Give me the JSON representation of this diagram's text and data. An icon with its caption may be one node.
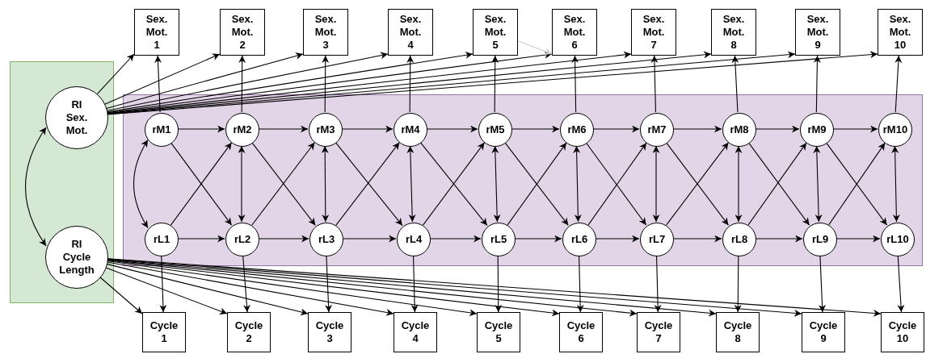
{
  "diagram": {
    "nodes": [
      {
        "text": [
          "Sex. Mot. 1"
        ]
      },
      {
        "text": [
          "Sex. Mot. 2"
        ]
      },
      {
        "text": [
          "Sex. Mot. 3"
        ]
      },
      {
        "text": [
          "Sex. Mot. 4"
        ]
      },
      {
        "text": [
          "Sex. Mot. 5"
        ]
      },
      {
        "text": [
          "Sex. Mot. 6"
        ]
      },
      {
        "text": [
          "Sex. Mot. 7"
        ]
      },
      {
        "text": [
          "Sex. Mot. 8"
        ]
      },
      {
        "text": [
          "Sex. Mot. 9"
        ]
      },
      {
        "text": [
          "Sex. Mot. 10"
        ]
      },
      {
        "text": [],
        "shape": "box"
      },
      {
        "text": [
          "RI Sex. Mot."
        ],
        "in": 10
      },
      {
        "text": [
          "RI Cycle Length"
        ],
        "in": 10
      },
      {
        "text": [],
        "shape": "box"
      },
      {
        "text": [
          "rM1"
        ],
        "in": 13
      },
      {
        "text": [
          "rM2"
        ],
        "in": 13
      },
      {
        "text": [
          "rM3"
        ],
        "in": 13
      },
      {
        "text": [
          "rM4"
        ],
        "in": 13
      },
      {
        "text": [
          "rM5"
        ],
        "in": 13
      },
      {
        "text": [
          "rM6"
        ],
        "in": 13
      },
      {
        "text": [
          "rM7"
        ],
        "in": 13
      },
      {
        "text": [
          "rM8"
        ],
        "in": 13
      },
      {
        "text": [
          "rM9"
        ],
        "in": 13
      },
      {
        "text": [
          "rM10"
        ],
        "in": 13
      },
      {
        "text": [
          "rL1"
        ],
        "in": 13
      },
      {
        "text": [
          "rL2"
        ],
        "in": 13
      },
      {
        "text": [
          "rL3"
        ],
        "in": 13
      },
      {
        "text": [
          "rL4"
        ],
        "in": 13
      },
      {
        "text": [
          "rL5"
        ],
        "in": 13
      },
      {
        "text": [
          "rL6"
        ],
        "in": 13
      },
      {
        "text": [
          "rL7"
        ],
        "in": 13
      },
      {
        "text": [
          "rL8"
        ],
        "in": 13
      },
      {
        "text": [
          "rL9"
        ],
        "in": 13
      },
      {
        "text": [
          "rL10"
        ],
        "in": 13
      },
      {
        "text": [
          "Cycle 1"
        ]
      },
      {
        "text": [
          "Cycle 2"
        ]
      },
      {
        "text": [
          "Cycle 3"
        ]
      },
      {
        "text": [
          "Cycle 4"
        ]
      },
      {
        "text": [
          "Cycle 5"
        ]
      },
      {
        "text": [
          "Cycle 6"
        ]
      },
      {
        "text": [
          "Cycle 7"
        ]
      },
      {
        "text": [
          "Cycle 8"
        ]
      },
      {
        "text": [
          "Cycle 9"
        ]
      },
      {
        "text": [
          "Cycle 10"
        ]
      }
    ],
    "edges": [
      {
        "from": 11,
        "to": 0,
        "arrow": "to"
      },
      {
        "from": 11,
        "to": 1,
        "arrow": "to"
      },
      {
        "from": 11,
        "to": 2,
        "arrow": "to"
      },
      {
        "from": 11,
        "to": 3,
        "arrow": "to"
      },
      {
        "from": 11,
        "to": 4,
        "arrow": "to"
      },
      {
        "from": 11,
        "to": 5,
        "arrow": "to"
      },
      {
        "from": 11,
        "to": 6,
        "arrow": "to"
      },
      {
        "from": 11,
        "to": 7,
        "arrow": "to"
      },
      {
        "from": 11,
        "to": 8,
        "arrow": "to"
      },
      {
        "from": 11,
        "to": 9,
        "arrow": "to"
      },
      {
        "from": 4,
        "to": 5,
        "arrow": "to",
        "color": "#cccccc"
      },
      {
        "from": 12,
        "to": 34,
        "arrow": "to"
      },
      {
        "from": 12,
        "to": 35,
        "arrow": "to"
      },
      {
        "from": 12,
        "to": 36,
        "arrow": "to"
      },
      {
        "from": 12,
        "to": 37,
        "arrow": "to"
      },
      {
        "from": 12,
        "to": 38,
        "arrow": "to"
      },
      {
        "from": 12,
        "to": 39,
        "arrow": "to"
      },
      {
        "from": 12,
        "to": 40,
        "arrow": "to"
      },
      {
        "from": 12,
        "to": 41,
        "arrow": "to"
      },
      {
        "from": 12,
        "to": 42,
        "arrow": "to"
      },
      {
        "from": 12,
        "to": 43,
        "arrow": "to"
      },
      {
        "from": 11,
        "to": 12,
        "arrow": "both"
      },
      {
        "from": 14,
        "to": 0,
        "arrow": "to"
      },
      {
        "from": 15,
        "to": 1,
        "arrow": "to"
      },
      {
        "from": 16,
        "to": 2,
        "arrow": "to"
      },
      {
        "from": 17,
        "to": 3,
        "arrow": "to"
      },
      {
        "from": 18,
        "to": 4,
        "arrow": "to"
      },
      {
        "from": 19,
        "to": 5,
        "arrow": "to"
      },
      {
        "from": 20,
        "to": 6,
        "arrow": "to"
      },
      {
        "from": 21,
        "to": 7,
        "arrow": "to"
      },
      {
        "from": 22,
        "to": 8,
        "arrow": "to"
      },
      {
        "from": 23,
        "to": 9,
        "arrow": "to"
      },
      {
        "from": 24,
        "to": 34,
        "arrow": "to"
      },
      {
        "from": 25,
        "to": 35,
        "arrow": "to"
      },
      {
        "from": 26,
        "to": 36,
        "arrow": "to"
      },
      {
        "from": 27,
        "to": 37,
        "arrow": "to"
      },
      {
        "from": 28,
        "to": 38,
        "arrow": "to"
      },
      {
        "from": 29,
        "to": 39,
        "arrow": "to"
      },
      {
        "from": 30,
        "to": 40,
        "arrow": "to"
      },
      {
        "from": 31,
        "to": 41,
        "arrow": "to"
      },
      {
        "from": 32,
        "to": 42,
        "arrow": "to"
      },
      {
        "from": 33,
        "to": 43,
        "arrow": "to"
      },
      {
        "from": 14,
        "to": 15,
        "arrow": "to"
      },
      {
        "from": 15,
        "to": 16,
        "arrow": "to"
      },
      {
        "from": 16,
        "to": 17,
        "arrow": "to"
      },
      {
        "from": 17,
        "to": 18,
        "arrow": "to"
      },
      {
        "from": 18,
        "to": 19,
        "arrow": "to"
      },
      {
        "from": 19,
        "to": 20,
        "arrow": "to"
      },
      {
        "from": 20,
        "to": 21,
        "arrow": "to"
      },
      {
        "from": 21,
        "to": 22,
        "arrow": "to"
      },
      {
        "from": 22,
        "to": 23,
        "arrow": "to"
      },
      {
        "from": 24,
        "to": 25,
        "arrow": "to"
      },
      {
        "from": 25,
        "to": 26,
        "arrow": "to"
      },
      {
        "from": 26,
        "to": 27,
        "arrow": "to"
      },
      {
        "from": 27,
        "to": 28,
        "arrow": "to"
      },
      {
        "from": 28,
        "to": 29,
        "arrow": "to"
      },
      {
        "from": 29,
        "to": 30,
        "arrow": "to"
      },
      {
        "from": 30,
        "to": 31,
        "arrow": "to"
      },
      {
        "from": 31,
        "to": 32,
        "arrow": "to"
      },
      {
        "from": 32,
        "to": 33,
        "arrow": "to"
      },
      {
        "from": 14,
        "to": 25,
        "arrow": "to"
      },
      {
        "from": 15,
        "to": 26,
        "arrow": "to"
      },
      {
        "from": 16,
        "to": 27,
        "arrow": "to"
      },
      {
        "from": 17,
        "to": 28,
        "arrow": "to"
      },
      {
        "from": 18,
        "to": 29,
        "arrow": "to"
      },
      {
        "from": 19,
        "to": 30,
        "arrow": "to"
      },
      {
        "from": 20,
        "to": 31,
        "arrow": "to"
      },
      {
        "from": 21,
        "to": 32,
        "arrow": "to"
      },
      {
        "from": 22,
        "to": 33,
        "arrow": "to"
      },
      {
        "from": 24,
        "to": 15,
        "arrow": "to"
      },
      {
        "from": 25,
        "to": 16,
        "arrow": "to"
      },
      {
        "from": 26,
        "to": 17,
        "arrow": "to"
      },
      {
        "from": 27,
        "to": 18,
        "arrow": "to"
      },
      {
        "from": 28,
        "to": 19,
        "arrow": "to"
      },
      {
        "from": 29,
        "to": 20,
        "arrow": "to"
      },
      {
        "from": 30,
        "to": 21,
        "arrow": "to"
      },
      {
        "from": 31,
        "to": 22,
        "arrow": "to"
      },
      {
        "from": 32,
        "to": 23,
        "arrow": "to"
      },
      {
        "from": 14,
        "to": 24,
        "arrow": "both"
      },
      {
        "from": 15,
        "to": 25,
        "arrow": "both"
      },
      {
        "from": 16,
        "to": 26,
        "arrow": "both"
      },
      {
        "from": 17,
        "to": 27,
        "arrow": "both"
      },
      {
        "from": 18,
        "to": 28,
        "arrow": "both"
      },
      {
        "from": 19,
        "to": 29,
        "arrow": "both"
      },
      {
        "from": 20,
        "to": 30,
        "arrow": "both"
      },
      {
        "from": 21,
        "to": 31,
        "arrow": "both"
      },
      {
        "from": 22,
        "to": 32,
        "arrow": "both"
      },
      {
        "from": 23,
        "to": 33,
        "arrow": "both"
      }
    ]
  }
}
